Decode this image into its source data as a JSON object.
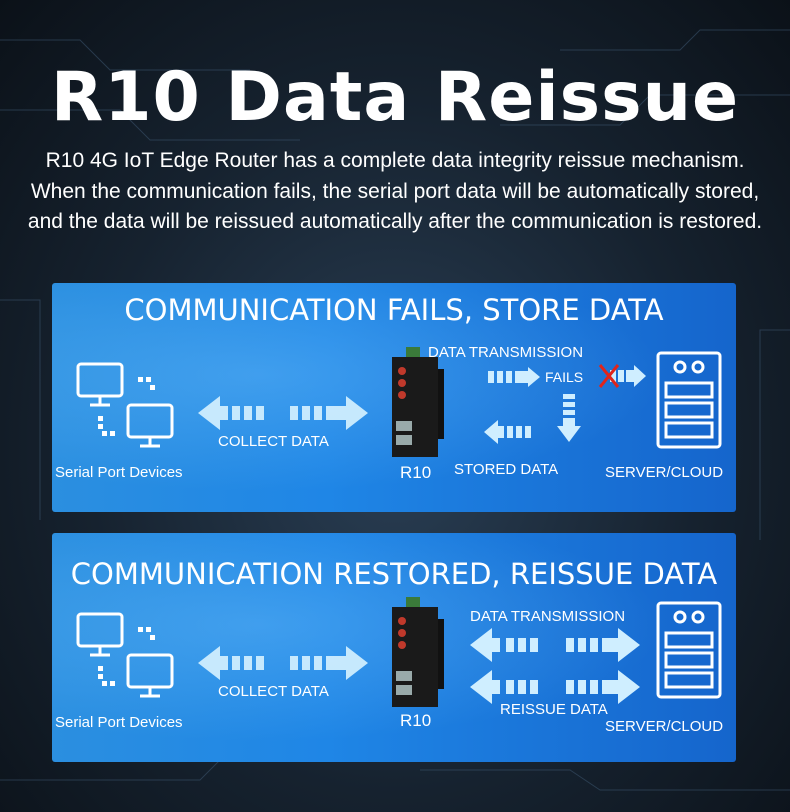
{
  "title": "R10 Data Reissue",
  "description": "R10 4G IoT Edge Router has a complete data integrity reissue mechanism. When the communication fails, the serial port data will be automatically stored, and the data will be reissued automatically after the communication is restored.",
  "panel_fail": {
    "heading": "COMMUNICATION FAILS, STORE DATA",
    "devices_label": "Serial Port Devices",
    "collect_label": "COLLECT DATA",
    "router_label": "R10",
    "transmission_label": "DATA TRANSMISSION",
    "fails_label": "FAILS",
    "stored_label": "STORED DATA",
    "server_label": "SERVER/CLOUD"
  },
  "panel_restored": {
    "heading": "COMMUNICATION RESTORED, REISSUE DATA",
    "devices_label": "Serial Port Devices",
    "collect_label": "COLLECT DATA",
    "router_label": "R10",
    "transmission_label": "DATA TRANSMISSION",
    "reissue_label": "REISSUE DATA",
    "server_label": "SERVER/CLOUD"
  },
  "colors": {
    "panel_blue": "#1f86e6",
    "fail_mark": "#e0241b"
  }
}
